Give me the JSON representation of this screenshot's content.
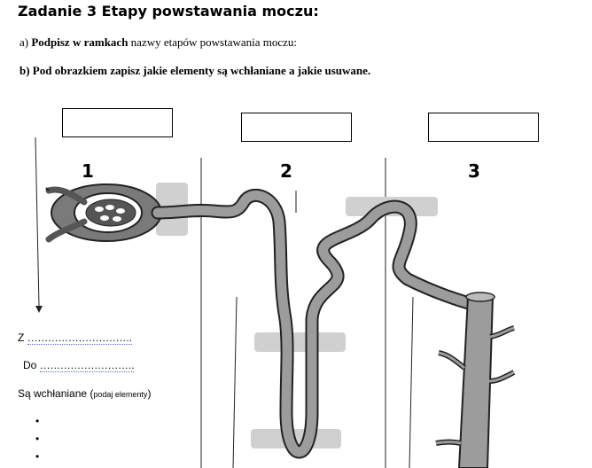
{
  "title": "Zadanie 3 Etapy powstawania moczu:",
  "task_a": {
    "prefix": "a) ",
    "bold": "Podpisz w ramkach",
    "rest": " nazwy etapów powstawania moczu:"
  },
  "task_b": "b) Pod obrazkiem zapisz jakie elementy są wchłaniane a jakie usuwane.",
  "stage_numbers": [
    "1",
    "2",
    "3"
  ],
  "fill_in": {
    "from_label": "Z",
    "from_dots": "………………………….",
    "to_label": "Do",
    "to_dots": "……………………….",
    "absorbed_label": "Są wchłaniane (",
    "absorbed_hint": "podaj elementy",
    "absorbed_close": ")"
  },
  "bullets": [
    "",
    "",
    ""
  ]
}
